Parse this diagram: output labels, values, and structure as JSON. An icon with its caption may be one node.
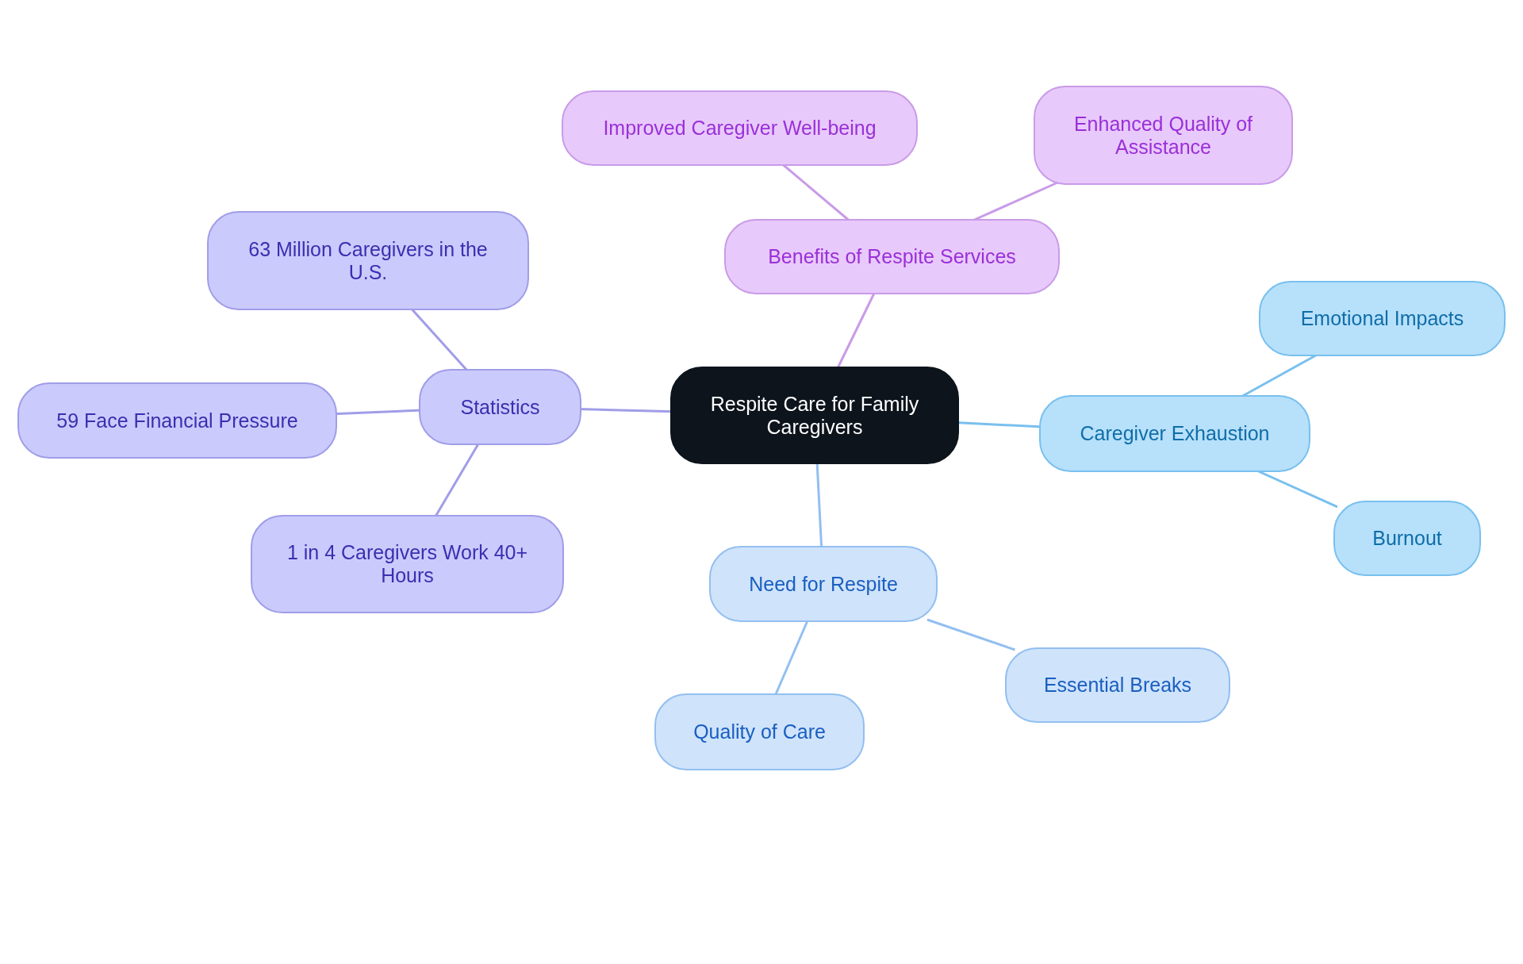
{
  "diagram": {
    "nodes": [
      {
        "text": [
          "Respite Care for Family Caregivers"
        ]
      },
      {
        "text": [
          "Benefits of Respite Services"
        ]
      },
      {
        "text": [
          "Improved Caregiver Well-being"
        ]
      },
      {
        "text": [
          "Enhanced Quality of Assistance"
        ]
      },
      {
        "text": [
          "Statistics"
        ]
      },
      {
        "text": [
          "63 Million Caregivers in the U.S."
        ]
      },
      {
        "text": [
          "59 Face Financial Pressure"
        ]
      },
      {
        "text": [
          "1 in 4 Caregivers Work 40+ Hours"
        ]
      },
      {
        "text": [
          "Caregiver Exhaustion"
        ]
      },
      {
        "text": [
          "Emotional Impacts"
        ]
      },
      {
        "text": [
          "Burnout"
        ]
      },
      {
        "text": [
          "Need for Respite"
        ]
      },
      {
        "text": [
          "Essential Breaks"
        ]
      },
      {
        "text": [
          "Quality of Care"
        ]
      }
    ],
    "edges": [
      {
        "from": 0,
        "to": 1,
        "arrow": "none",
        "color": "#c99be8"
      },
      {
        "from": 1,
        "to": 2,
        "arrow": "none",
        "color": "#c99be8"
      },
      {
        "from": 1,
        "to": 3,
        "arrow": "none",
        "color": "#c99be8"
      },
      {
        "from": 0,
        "to": 4,
        "arrow": "none",
        "color": "#a09de8"
      },
      {
        "from": 4,
        "to": 5,
        "arrow": "none",
        "color": "#a09de8"
      },
      {
        "from": 4,
        "to": 6,
        "arrow": "none",
        "color": "#a09de8"
      },
      {
        "from": 4,
        "to": 7,
        "arrow": "none",
        "color": "#a09de8"
      },
      {
        "from": 0,
        "to": 8,
        "arrow": "none",
        "color": "#78c0ee"
      },
      {
        "from": 8,
        "to": 9,
        "arrow": "none",
        "color": "#78c0ee"
      },
      {
        "from": 8,
        "to": 10,
        "arrow": "none",
        "color": "#78c0ee"
      },
      {
        "from": 0,
        "to": 11,
        "arrow": "none",
        "color": "#93bff0"
      },
      {
        "from": 11,
        "to": 12,
        "arrow": "none",
        "color": "#93bff0"
      },
      {
        "from": 11,
        "to": 13,
        "arrow": "none",
        "color": "#93bff0"
      }
    ]
  }
}
